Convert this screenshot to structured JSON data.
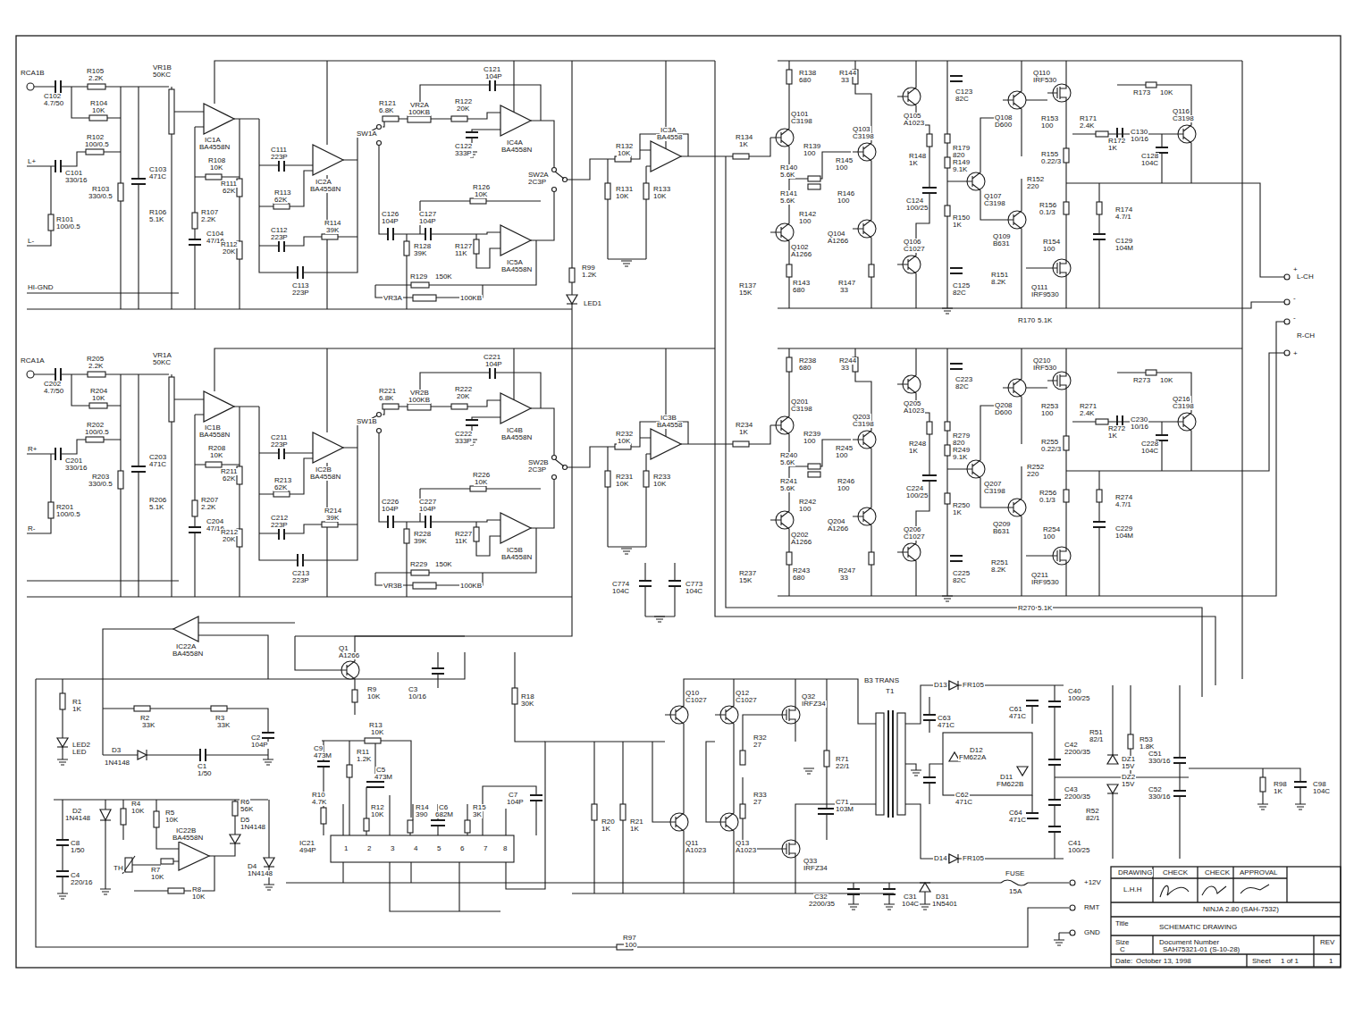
{
  "diagram": {
    "labels": [
      "RCA1B",
      "C102",
      "4.7/50",
      "R105",
      "2.2K",
      "VR1B",
      "50KC",
      "R104",
      "10K",
      "R102",
      "100/0.5",
      "L+",
      "C101",
      "330/16",
      "R103",
      "330/0.5",
      "C103",
      "471C",
      "IC1A",
      "BA4558N",
      "R108",
      "10K",
      "R106",
      "5.1K",
      "R107",
      "2.2K",
      "C104",
      "47/16",
      "R101",
      "100/0.5",
      "L-",
      "R111",
      "62K",
      "R112",
      "20K",
      "C111",
      "223P",
      "IC2A",
      "BA4558N",
      "R113",
      "62K",
      "C112",
      "223P",
      "R114",
      "39K",
      "C113",
      "223P",
      "R121",
      "6.8K",
      "SW1A",
      "VR2A",
      "100KB",
      "R122",
      "20K",
      "C121",
      "104P",
      "C122",
      "333P",
      "IC4A",
      "BA4558N",
      "R126",
      "10K",
      "SW2A",
      "2C3P",
      "C126",
      "104P",
      "C127",
      "104P",
      "R128",
      "39K",
      "R127",
      "11K",
      "IC5A",
      "BA4558N",
      "R129",
      "150K",
      "VR3A",
      "100KB",
      "R132",
      "10K",
      "IC3A",
      "BA4558",
      "R131",
      "10K",
      "R133",
      "10K",
      "R134",
      "1K",
      "RCA1A",
      "C202",
      "4.7/50",
      "R205",
      "2.2K",
      "VR1A",
      "50KC",
      "R204",
      "10K",
      "R202",
      "100/0.5",
      "R+",
      "C201",
      "330/16",
      "R203",
      "330/0.5",
      "C203",
      "471C",
      "IC1B",
      "BA4558N",
      "R208",
      "10K",
      "R206",
      "5.1K",
      "R207",
      "2.2K",
      "C204",
      "47/16",
      "R201",
      "100/0.5",
      "R-",
      "R211",
      "62K",
      "R212",
      "20K",
      "C211",
      "223P",
      "IC2B",
      "BA4558N",
      "R213",
      "62K",
      "C212",
      "223P",
      "R214",
      "39K",
      "C213",
      "223P",
      "R221",
      "6.8K",
      "SW1B",
      "VR2B",
      "100KB",
      "R222",
      "20K",
      "C221",
      "104P",
      "C222",
      "333P",
      "IC4B",
      "BA4558N",
      "R226",
      "10K",
      "SW2B",
      "2C3P",
      "C226",
      "104P",
      "C227",
      "104P",
      "R228",
      "39K",
      "R227",
      "11K",
      "IC5B",
      "BA4558N",
      "R229",
      "150K",
      "VR3B",
      "100KB",
      "R232",
      "10K",
      "IC3B",
      "BA4558",
      "R231",
      "10K",
      "R233",
      "10K",
      "R234",
      "1K",
      "R138",
      "680",
      "R144",
      "33",
      "Q101",
      "C3198",
      "R139",
      "100",
      "Q103",
      "C3198",
      "R145",
      "100",
      "R140",
      "5.6K",
      "R141",
      "5.6K",
      "R146",
      "100",
      "R142",
      "100",
      "Q102",
      "A1266",
      "Q104",
      "A1266",
      "R137",
      "15K",
      "R143",
      "680",
      "R147",
      "33",
      "Q105",
      "A1023",
      "C123",
      "82C",
      "R179",
      "820",
      "R148",
      "1K",
      "R149",
      "9.1K",
      "C124",
      "100/25",
      "R150",
      "1K",
      "Q107",
      "C3198",
      "Q106",
      "C1027",
      "C125",
      "82C",
      "Q108",
      "D600",
      "Q109",
      "B631",
      "R151",
      "8.2K",
      "R170",
      "5.1K",
      "Q110",
      "IRF530",
      "R153",
      "100",
      "R155",
      "0.22/3",
      "R152",
      "220",
      "R156",
      "0.1/3",
      "R154",
      "100",
      "Q111",
      "IRF9530",
      "R173",
      "10K",
      "R171",
      "2.4K",
      "R172",
      "1K",
      "Q116",
      "C3198",
      "C130",
      "10/16",
      "C128",
      "104C",
      "R174",
      "4.7/1",
      "C129",
      "104M",
      "R238",
      "680",
      "R244",
      "33",
      "Q201",
      "C3198",
      "R239",
      "100",
      "Q203",
      "C3198",
      "R245",
      "100",
      "R240",
      "5.6K",
      "R241",
      "5.6K",
      "R246",
      "100",
      "R242",
      "100",
      "Q202",
      "A1266",
      "Q204",
      "A1266",
      "R237",
      "15K",
      "R243",
      "680",
      "R247",
      "33",
      "Q205",
      "A1023",
      "C223",
      "82C",
      "R279",
      "820",
      "R248",
      "1K",
      "R249",
      "9.1K",
      "C224",
      "100/25",
      "R250",
      "1K",
      "Q207",
      "C3198",
      "Q206",
      "C1027",
      "C225",
      "82C",
      "Q208",
      "D600",
      "Q209",
      "B631",
      "R251",
      "8.2K",
      "R270",
      "5.1K",
      "Q210",
      "IRF530",
      "R253",
      "100",
      "R255",
      "0.22/3",
      "R252",
      "220",
      "R256",
      "0.1/3",
      "R254",
      "100",
      "Q211",
      "IRF9530",
      "R273",
      "10K",
      "R271",
      "2.4K",
      "R272",
      "1K",
      "Q216",
      "C3198",
      "C230",
      "10/16",
      "C228",
      "104C",
      "R274",
      "4.7/1",
      "C229",
      "104M",
      "HI-GND",
      "R99",
      "1.2K",
      "LED1",
      "+",
      "L-CH",
      "-",
      "-",
      "R-CH",
      "+",
      "C774",
      "104C",
      "C773",
      "104C",
      "IC22A",
      "BA4558N",
      "Q1",
      "A1266",
      "R9",
      "10K",
      "C3",
      "10/16",
      "R1",
      "1K",
      "LED2",
      "LED",
      "R2",
      "33K",
      "R3",
      "33K",
      "C2",
      "104P",
      "D3",
      "1N4148",
      "C1",
      "1/50",
      "R18",
      "30K",
      "D2",
      "1N4148",
      "R4",
      "10K",
      "R5",
      "10K",
      "R6",
      "56K",
      "D5",
      "1N4148",
      "C8",
      "1/50",
      "C4",
      "220/16",
      "TH",
      "R7",
      "10K",
      "IC22B",
      "BA4558N",
      "R8",
      "10K",
      "D4",
      "1N4148",
      "R97",
      "100",
      "R13",
      "10K",
      "C9",
      "473M",
      "R11",
      "1.2K",
      "C5",
      "473M",
      "R10",
      "4.7K",
      "R12",
      "10K",
      "R14",
      "390",
      "C6",
      "682M",
      "R15",
      "3K",
      "C7",
      "104P",
      "IC21",
      "494P",
      "1",
      "2",
      "3",
      "4",
      "5",
      "6",
      "7",
      "8",
      "Q10",
      "C1027",
      "Q12",
      "C1027",
      "Q32",
      "IRFZ34",
      "R32",
      "27",
      "R33",
      "27",
      "Q33",
      "IRFZ34",
      "Q11",
      "A1023",
      "Q13",
      "A1023",
      "R20",
      "1K",
      "R21",
      "1K",
      "R71",
      "22/1",
      "C71",
      "103M",
      "B3 TRANS",
      "T1",
      "D13",
      "FR105",
      "D14",
      "FR105",
      "C63",
      "471C",
      "C61",
      "471C",
      "D12",
      "FM622A",
      "D11",
      "FM622B",
      "C62",
      "471C",
      "C64",
      "471C",
      "C40",
      "100/25",
      "C42",
      "2200/35",
      "R51",
      "82/1",
      "R53",
      "1.8K",
      "DZ1",
      "15V",
      "DZ2",
      "15V",
      "C51",
      "330/16",
      "C43",
      "2200/35",
      "C52",
      "330/16",
      "R52",
      "82/1",
      "C41",
      "100/25",
      "R98",
      "1K",
      "C98",
      "104C",
      "C32",
      "2200/35",
      "C31",
      "104C",
      "D31",
      "1N5401",
      "FUSE",
      "15A",
      "+12V",
      "RMT",
      "GND",
      "DRAWING",
      "CHECK",
      "CHECK",
      "APPROVAL",
      "L.H.H",
      "NINJA 2.80 (SAH-7532)",
      "Title",
      "SCHEMATIC DRAWING",
      "Size",
      "Document Number",
      "REV",
      "C",
      "SAH75321-01 (S-10-28)",
      "Date:",
      "October 13, 1998",
      "Sheet",
      "1 of 1",
      "1"
    ]
  }
}
